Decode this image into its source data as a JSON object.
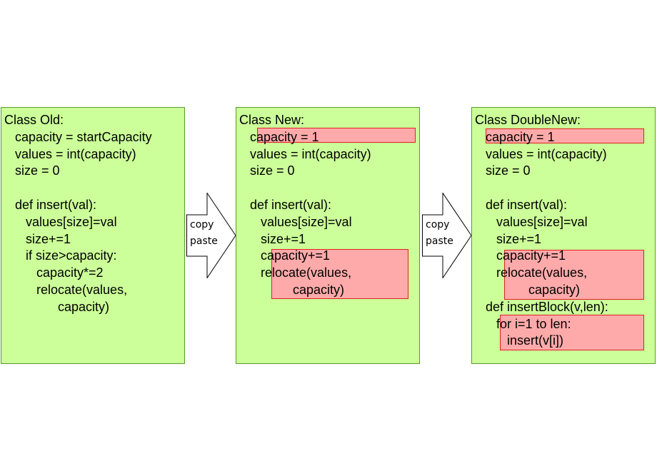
{
  "panels": [
    {
      "id": "old",
      "lines": [
        "Class Old:",
        "   capacity = startCapacity",
        "   values = int(capacity)",
        "   size = 0",
        "",
        "   def insert(val):",
        "      values[size]=val",
        "      size+=1",
        "      if size>capacity:",
        "         capacity*=2",
        "         relocate(values,",
        "               capacity)"
      ]
    },
    {
      "id": "new",
      "lines": [
        "Class New:",
        "   capacity = 1",
        "   values = int(capacity)",
        "   size = 0",
        "",
        "   def insert(val):",
        "      values[size]=val",
        "      size+=1",
        "      capacity+=1",
        "      relocate(values,",
        "               capacity)"
      ]
    },
    {
      "id": "doublenew",
      "lines": [
        "Class DoubleNew:",
        "   capacity = 1",
        "   values = int(capacity)",
        "   size = 0",
        "",
        "   def insert(val):",
        "      values[size]=val",
        "      size+=1",
        "      capacity+=1",
        "      relocate(values,",
        "               capacity)",
        "   def insertBlock(v,len):",
        "      for i=1 to len:",
        "         insert(v[i])"
      ]
    }
  ],
  "arrows": [
    {
      "label_line1": "copy",
      "label_line2": "paste"
    },
    {
      "label_line1": "copy",
      "label_line2": "paste"
    }
  ],
  "colors": {
    "panel_fill": "#ccff99",
    "panel_border": "#5a9a2a",
    "highlight_fill": "#ffaaaa",
    "highlight_border": "#e02020"
  }
}
